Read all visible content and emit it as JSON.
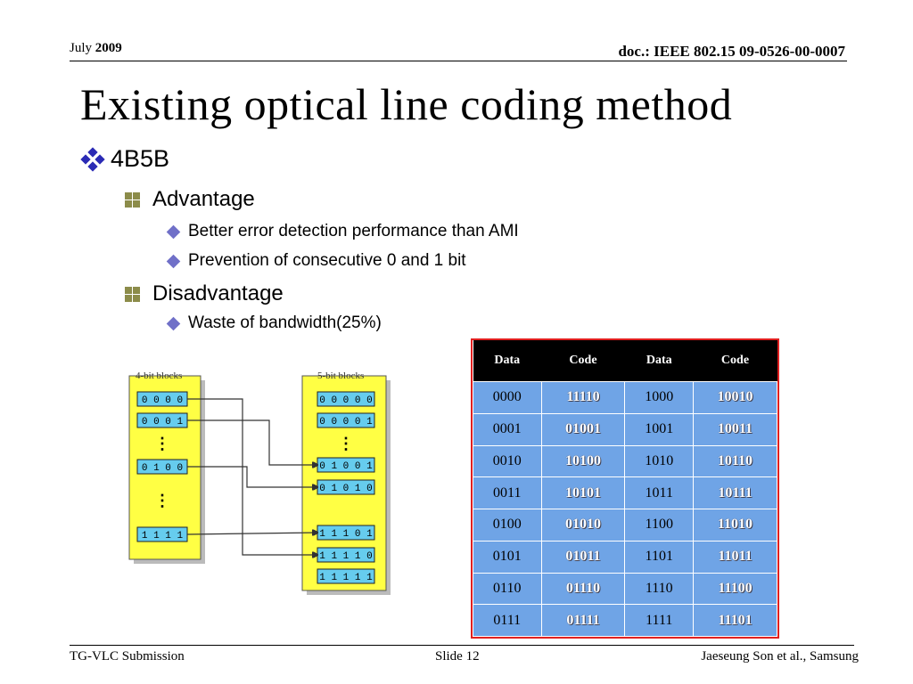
{
  "header": {
    "month": "July",
    "year": "2009",
    "doc": "doc.: IEEE 802.15 09-0526-00-0007"
  },
  "title": "Existing optical line coding method",
  "bullets": {
    "l1": "4B5B",
    "advantage": "Advantage",
    "adv_items": [
      "Better error detection performance than AMI",
      "Prevention of  consecutive 0 and 1 bit"
    ],
    "disadvantage": "Disadvantage",
    "dis_items": [
      "Waste of  bandwidth(25%)"
    ]
  },
  "diagram": {
    "left_label": "4-bit blocks",
    "right_label": "5-bit blocks",
    "left_blocks": [
      "0 0 0 0",
      "0 0 0 1",
      "0 1 0 0",
      "1 1 1 1"
    ],
    "right_blocks": [
      "0 0 0 0 0",
      "0 0 0 0 1",
      "0 1 0 0 1",
      "0 1 0 1 0",
      "1 1 1 0 1",
      "1 1 1 1 0",
      "1 1 1 1 1"
    ],
    "ellipsis": "⋮",
    "colors": {
      "panel": "#ffff44",
      "block": "#66ccee"
    }
  },
  "table": {
    "headers": [
      "Data",
      "Code",
      "Data",
      "Code"
    ],
    "rows": [
      [
        "0000",
        "11110",
        "1000",
        "10010"
      ],
      [
        "0001",
        "01001",
        "1001",
        "10011"
      ],
      [
        "0010",
        "10100",
        "1010",
        "10110"
      ],
      [
        "0011",
        "10101",
        "1011",
        "10111"
      ],
      [
        "0100",
        "01010",
        "1100",
        "11010"
      ],
      [
        "0101",
        "01011",
        "1101",
        "11011"
      ],
      [
        "0110",
        "01110",
        "1110",
        "11100"
      ],
      [
        "0111",
        "01111",
        "1111",
        "11101"
      ]
    ],
    "colors": {
      "cell": "#6fa4e6",
      "header": "#000000",
      "border": "#e02020"
    }
  },
  "footer": {
    "left": "TG-VLC Submission",
    "center": "Slide 12",
    "right": "Jaeseung Son et al., Samsung"
  }
}
